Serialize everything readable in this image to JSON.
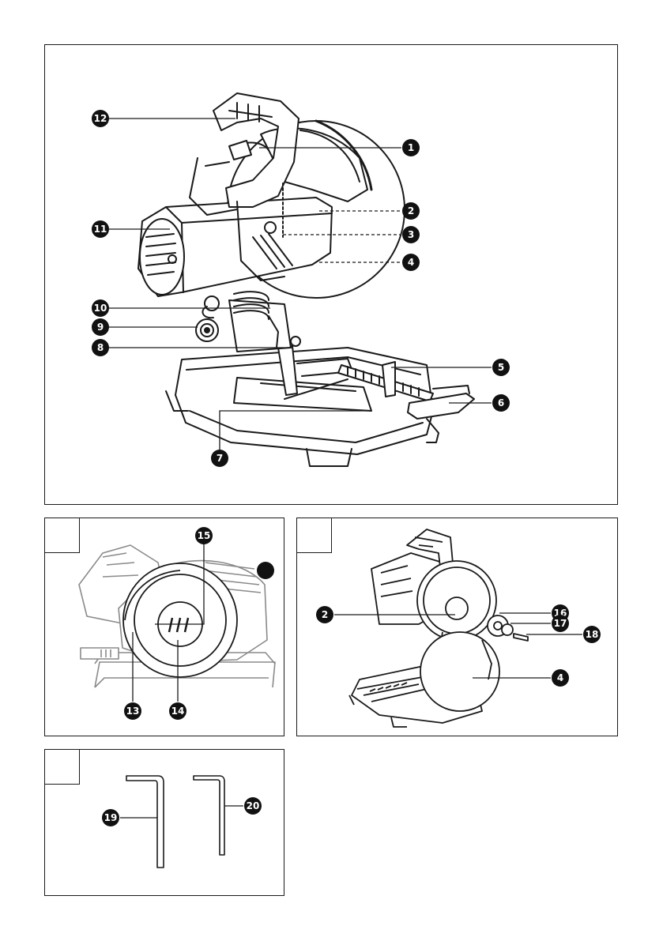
{
  "figures": {
    "main": {
      "callouts": [
        "12",
        "1",
        "2",
        "3",
        "4",
        "11",
        "10",
        "9",
        "8",
        "5",
        "6",
        "7"
      ]
    },
    "detail_a": {
      "letter": "",
      "callouts": [
        "15",
        "13",
        "14"
      ]
    },
    "detail_b": {
      "letter": "",
      "callouts": [
        "2",
        "16",
        "17",
        "18",
        "4"
      ]
    },
    "detail_c": {
      "letter": "",
      "callouts": [
        "19",
        "20"
      ]
    }
  },
  "colors": {
    "line": "#1a1a1a",
    "fill": "#ffffff",
    "badge": "#111111"
  }
}
